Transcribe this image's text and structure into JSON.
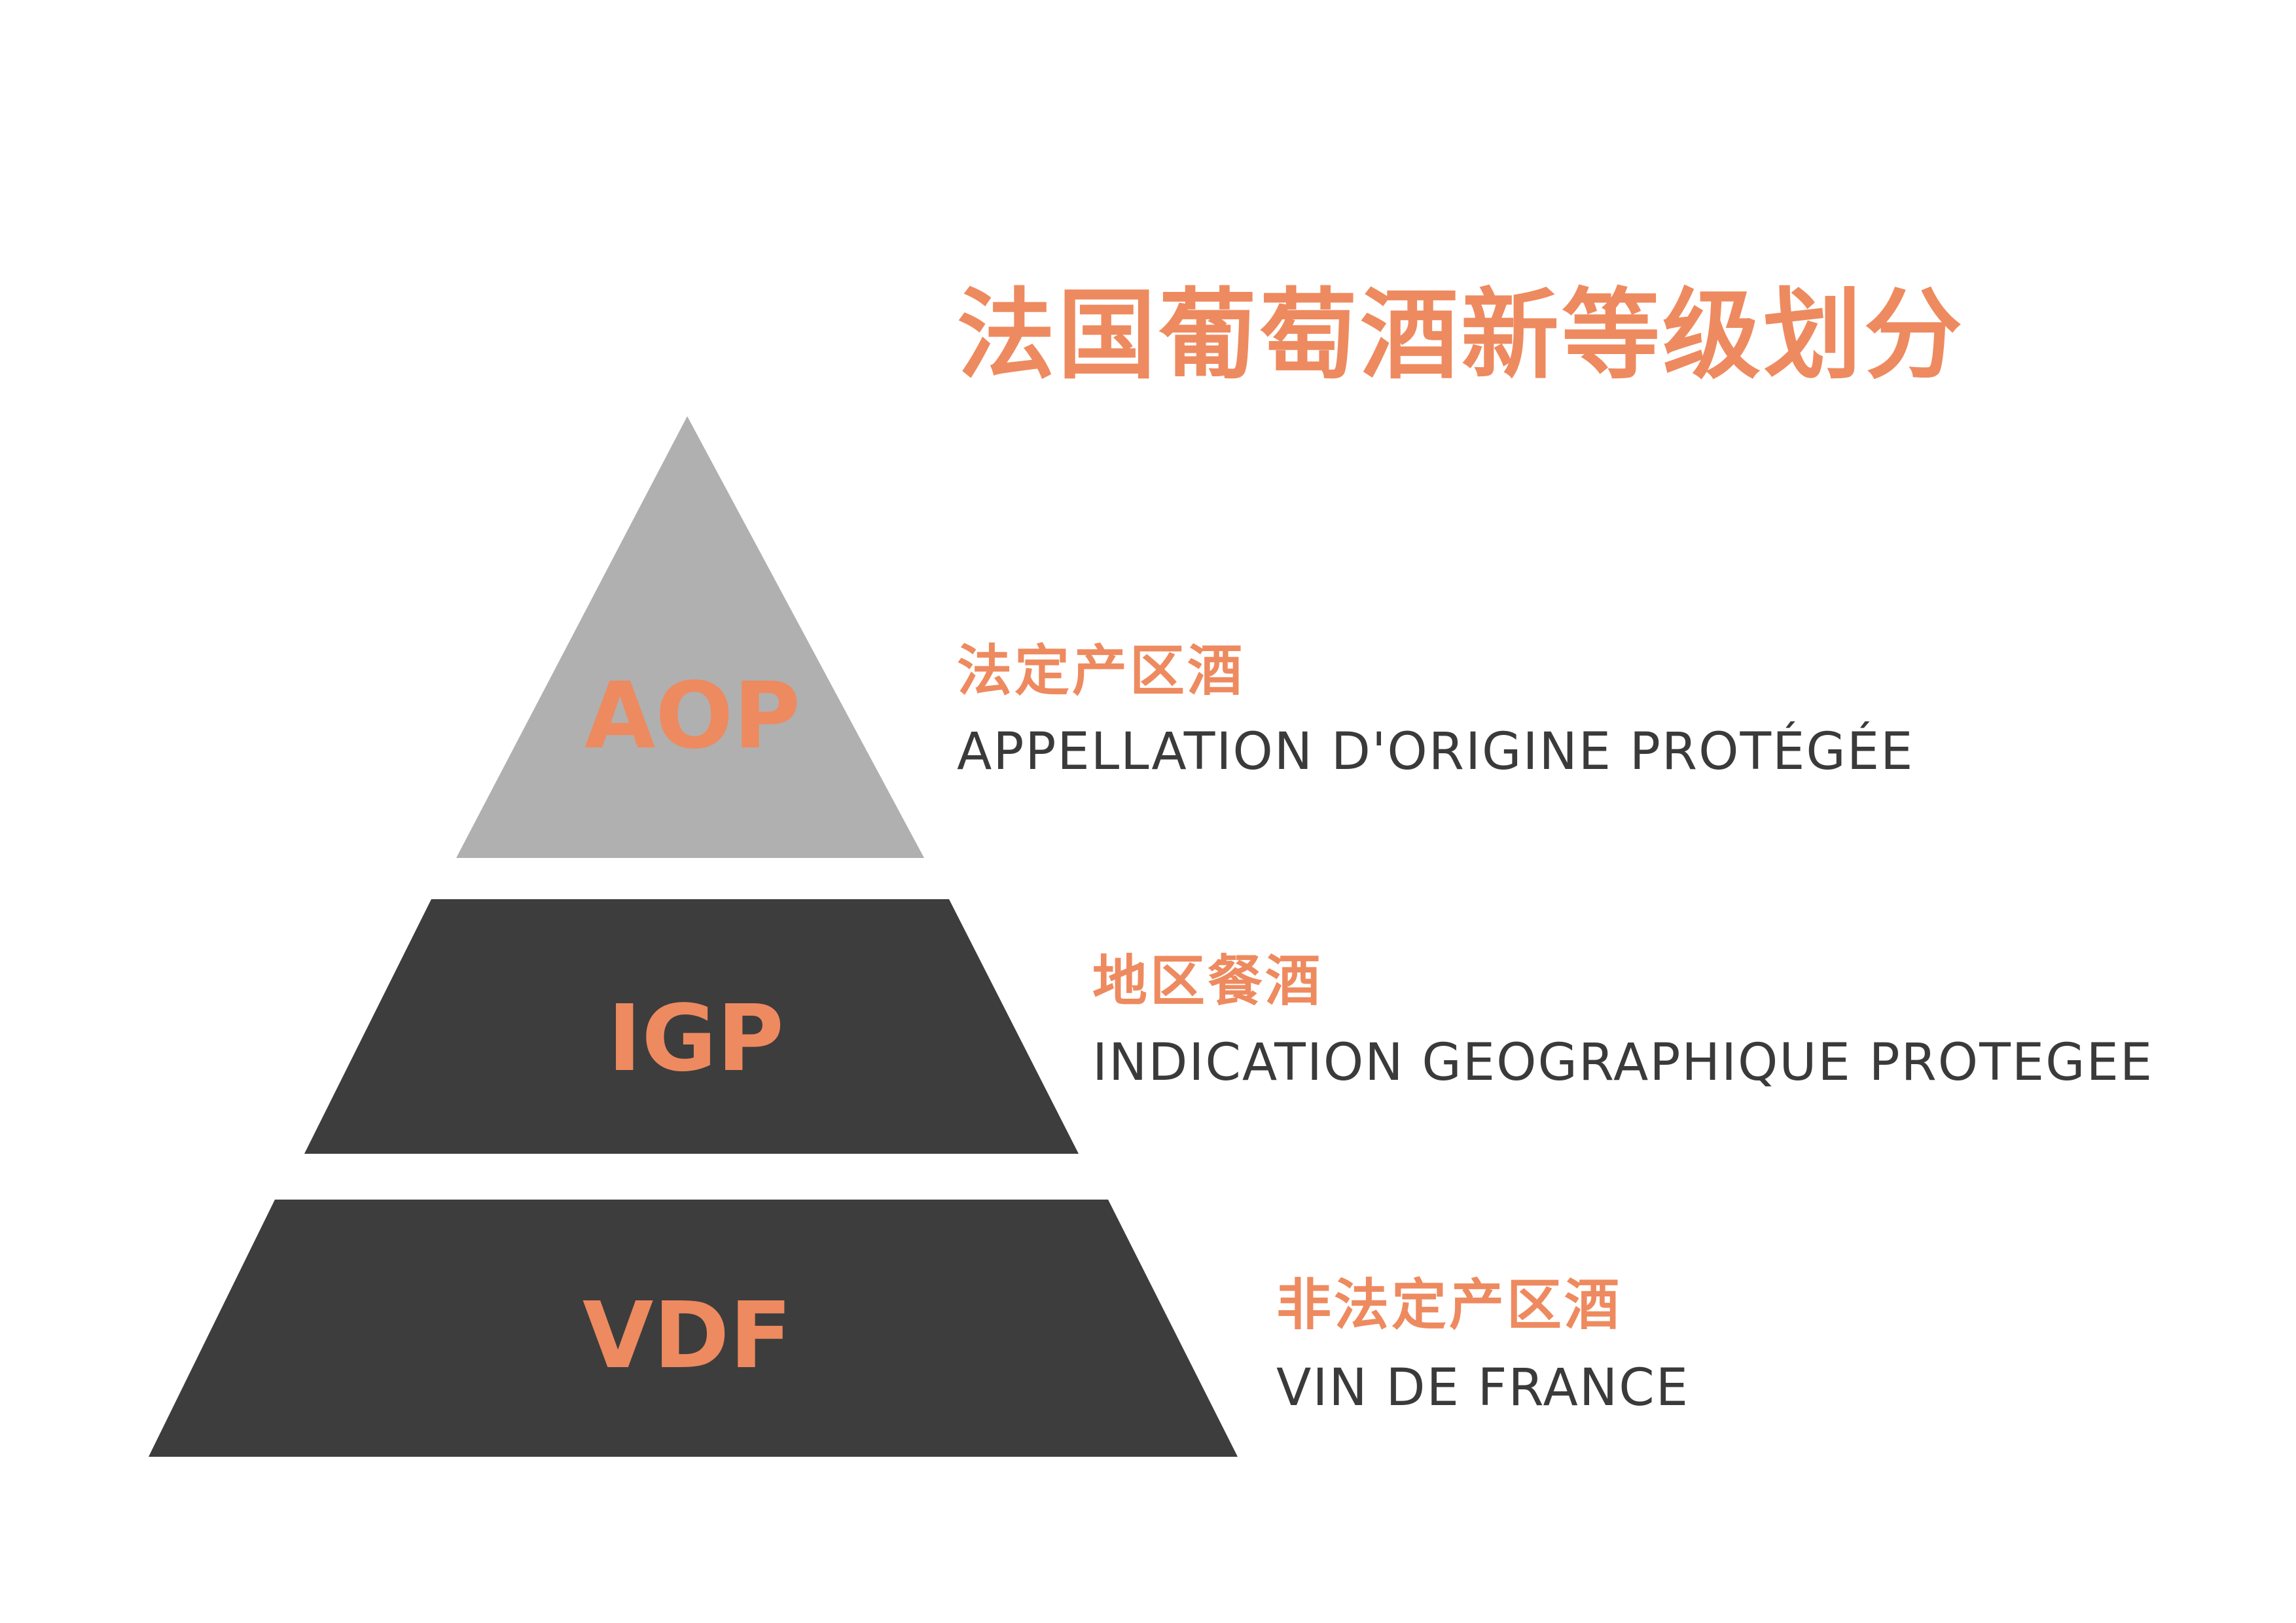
{
  "title": "法国葡萄酒新等级划分",
  "colors": {
    "accent": "#EE8A5F",
    "top_tier": "#B0B0B0",
    "lower_tiers": "#3D3D3D",
    "text": "#3A3A3A"
  },
  "tiers": [
    {
      "abbr": "AOP",
      "chinese": "法定产区酒",
      "full_name": "APPELLATION D'ORIGINE PROTÉGÉE"
    },
    {
      "abbr": "IGP",
      "chinese": "地区餐酒",
      "full_name": "INDICATION GEOGRAPHIQUE PROTEGEE"
    },
    {
      "abbr": "VDF",
      "chinese": "非法定产区酒",
      "full_name": "VIN DE FRANCE"
    }
  ]
}
